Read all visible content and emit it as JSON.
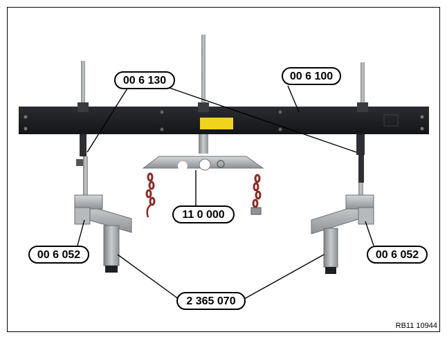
{
  "callouts": {
    "bracket_upper": "00 6 130",
    "crossbar": "00 6 100",
    "lifting_bracket": "11 0 000",
    "support_left": "00 6 052",
    "support_right": "00 6 052",
    "feet": "2 365 070"
  },
  "reference_code": "RB11 10944",
  "colors": {
    "beam": "#1c1d21",
    "metal": "#a9adb0",
    "rod": "#6d6f71",
    "chain": "#8a2a26",
    "warning_label": "#f1d31d"
  }
}
